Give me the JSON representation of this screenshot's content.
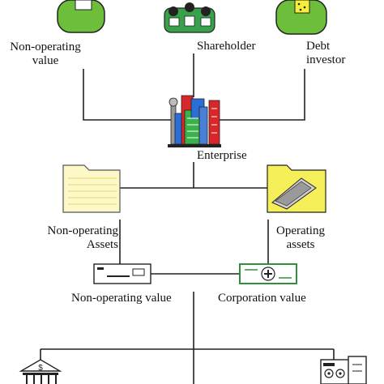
{
  "nodes": {
    "non_operating_value_top": {
      "line1": "Non-operating",
      "line2": "value",
      "icon": "person-icon"
    },
    "shareholder": {
      "label": "Shareholder",
      "icon": "people-group-icon"
    },
    "debt_investor": {
      "line1": "Debt",
      "line2": "investor",
      "icon": "person-icon"
    },
    "enterprise": {
      "label": "Enterprise",
      "icon": "city-buildings-icon"
    },
    "non_operating_assets": {
      "line1": "Non-operating",
      "line2": "Assets",
      "icon": "folder-icon"
    },
    "operating_assets": {
      "line1": "Operating",
      "line2": "assets",
      "icon": "open-folder-icon"
    },
    "non_operating_value": {
      "label": "Non-operating value",
      "icon": "check-icon"
    },
    "corporation_value": {
      "label": "Corporation value",
      "icon": "plus-cheque-icon"
    },
    "bottom_left": {
      "icon": "bank-icon"
    },
    "bottom_right": {
      "icon": "machine-icon"
    }
  },
  "colors": {
    "person_body": "#6dbf3b",
    "line": "#222222",
    "folder_yellow": "#f5ef5a",
    "folder_cream": "#fdf8c8",
    "cheque_green": "#2f8f3a",
    "building_blue": "#2b6fd6",
    "building_red": "#d9262b"
  }
}
